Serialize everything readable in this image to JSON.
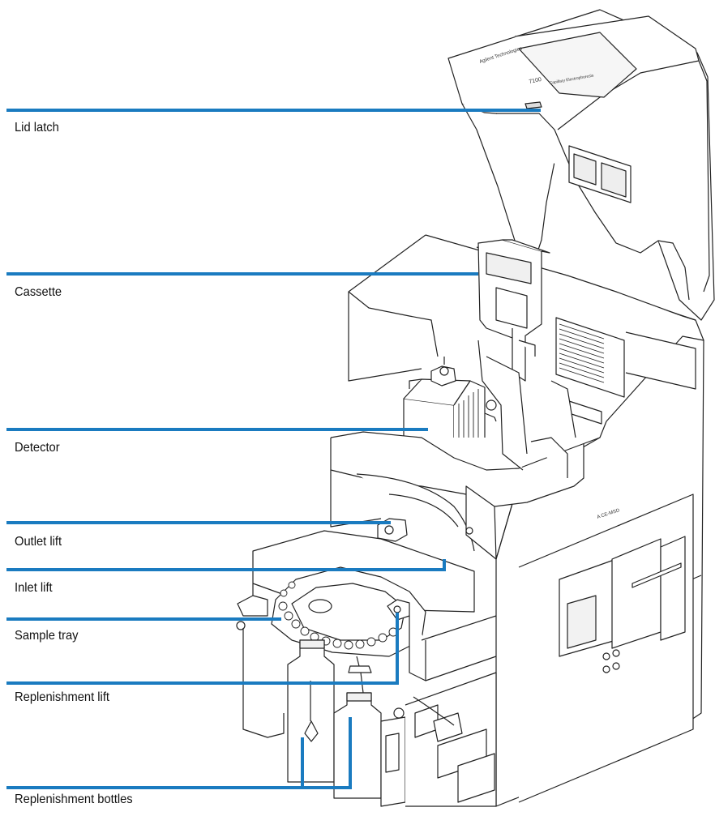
{
  "callouts": [
    {
      "id": "lid-latch",
      "label": "Lid latch"
    },
    {
      "id": "cassette",
      "label": "Cassette"
    },
    {
      "id": "detector",
      "label": "Detector"
    },
    {
      "id": "outlet-lift",
      "label": "Outlet lift"
    },
    {
      "id": "inlet-lift",
      "label": "Inlet lift"
    },
    {
      "id": "sample-tray",
      "label": "Sample tray"
    },
    {
      "id": "replenishment-lift",
      "label": "Replenishment lift"
    },
    {
      "id": "replenishment-bottles",
      "label": "Replenishment bottles"
    }
  ],
  "colors": {
    "leader": "#1a7bc0",
    "ink": "#222222",
    "label": "#111111"
  },
  "instrument": {
    "lid_text": "Agilent Technologies",
    "model_text": "7100",
    "model_sub": "Capillary Electrophoresis",
    "side_text": "A CE-MSD"
  }
}
